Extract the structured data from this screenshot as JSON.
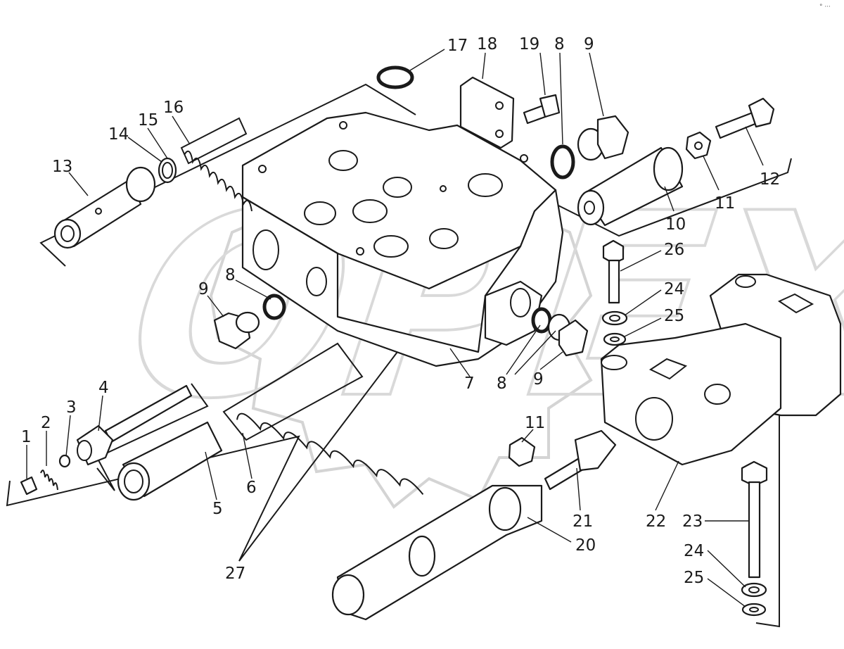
{
  "watermark": {
    "text": "OPEX"
  },
  "corner_mark": "° ···",
  "callouts": [
    {
      "id": "c1",
      "label": "1"
    },
    {
      "id": "c2",
      "label": "2"
    },
    {
      "id": "c3",
      "label": "3"
    },
    {
      "id": "c4",
      "label": "4"
    },
    {
      "id": "c5",
      "label": "5"
    },
    {
      "id": "c6",
      "label": "6"
    },
    {
      "id": "c7",
      "label": "7"
    },
    {
      "id": "c8a",
      "label": "8"
    },
    {
      "id": "c8b",
      "label": "8"
    },
    {
      "id": "c8c",
      "label": "8"
    },
    {
      "id": "c9a",
      "label": "9"
    },
    {
      "id": "c9b",
      "label": "9"
    },
    {
      "id": "c9c",
      "label": "9"
    },
    {
      "id": "c10",
      "label": "10"
    },
    {
      "id": "c11a",
      "label": "11"
    },
    {
      "id": "c11b",
      "label": "11"
    },
    {
      "id": "c12",
      "label": "12"
    },
    {
      "id": "c13",
      "label": "13"
    },
    {
      "id": "c14",
      "label": "14"
    },
    {
      "id": "c15",
      "label": "15"
    },
    {
      "id": "c16",
      "label": "16"
    },
    {
      "id": "c17",
      "label": "17"
    },
    {
      "id": "c18",
      "label": "18"
    },
    {
      "id": "c19",
      "label": "19"
    },
    {
      "id": "c20",
      "label": "20"
    },
    {
      "id": "c21",
      "label": "21"
    },
    {
      "id": "c22",
      "label": "22"
    },
    {
      "id": "c23",
      "label": "23"
    },
    {
      "id": "c24a",
      "label": "24"
    },
    {
      "id": "c24b",
      "label": "24"
    },
    {
      "id": "c25a",
      "label": "25"
    },
    {
      "id": "c25b",
      "label": "25"
    },
    {
      "id": "c26",
      "label": "26"
    },
    {
      "id": "c27",
      "label": "27"
    }
  ]
}
